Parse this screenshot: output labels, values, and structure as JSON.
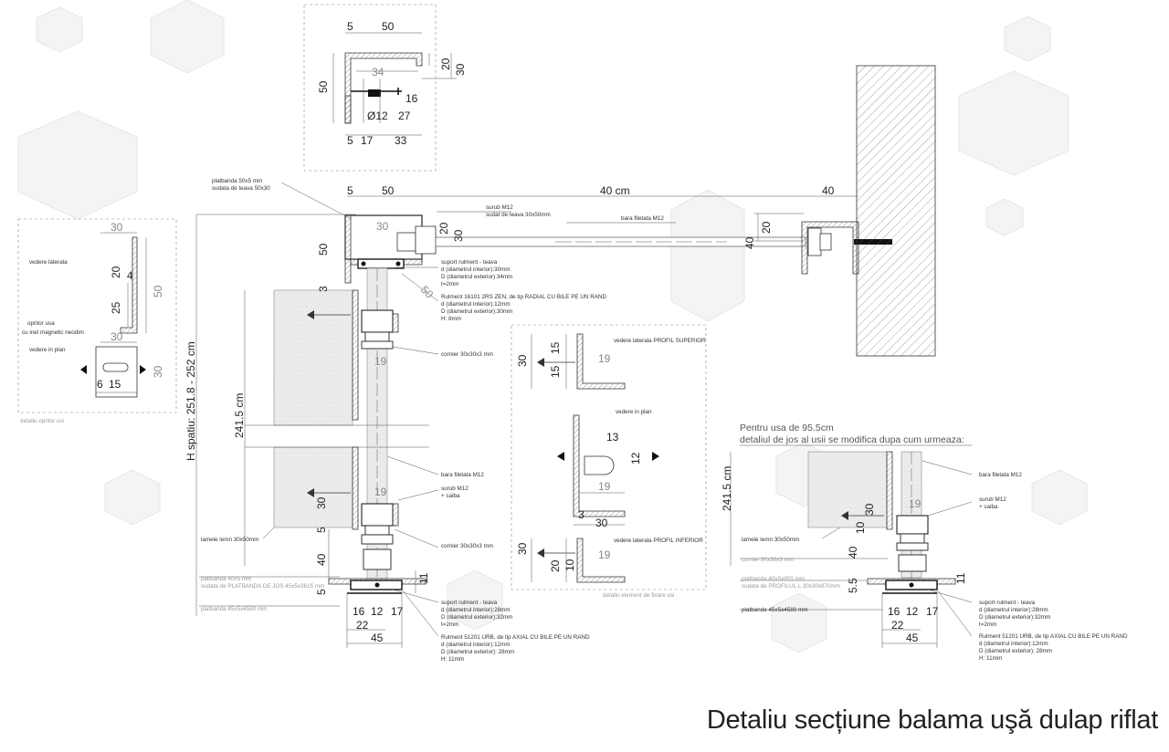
{
  "title": "Detaliu secțiune balama uşă dulap riflat",
  "top_detail": {
    "dims": {
      "top_5": "5",
      "top_50": "50",
      "right_20": "20",
      "right_30": "30",
      "left_50": "50",
      "inner_34": "34",
      "inner_16": "16",
      "phi12": "Ø12",
      "inner_27": "27",
      "bot_5": "5",
      "bot_17": "17",
      "bot_33": "33"
    }
  },
  "opritor": {
    "vedere_laterala": "vedere laterala",
    "vedere_in_plan": "vedere in plan",
    "opritor_label": "opritor usa",
    "opritor_label2": "cu inel magnetic neodim",
    "caption": "detaliu opritor usi",
    "dims": {
      "top30": "30",
      "d20": "20",
      "d4": "4",
      "d25": "25",
      "d50": "50",
      "bot30": "30",
      "p6": "6",
      "p15": "15",
      "p30": "30"
    }
  },
  "main": {
    "labels": {
      "platbanda_top": "platbanda 50x5 mm",
      "platbanda_top2": "sudata de teava 50x30",
      "surub_m12": "surub M12",
      "surub_m12_2": "sudat de teava 30x50mm",
      "bara_filetata": "bara filetata M12",
      "suport_rulment": "suport rulment - teava",
      "suport_d": "d (diametrul interior):30mm",
      "suport_D": "D (diametrul exterior):34mm",
      "suport_t": "t=2mm",
      "rulment": "Rulment 16101 2RS ZEN, de tip RADIAL CU BILE PE UN RAND",
      "rulment_d": "d (diametrul interior):12mm",
      "rulment_D": "D (diametrul exterior):30mm",
      "rulment_H": "H: 8mm",
      "cornier": "cornier 30x30x3 mm",
      "bara_filetata2": "bara filetata M12",
      "surub_m12_b": "surub M12",
      "saiba": "+ saiba",
      "cornier2": "cornier 30x30x3 mm",
      "lamele": "lamele lemn 30x50mm",
      "platbanda_40": "platbanda 40x5 mm",
      "platbanda_40b": "sudata de PLATBANDA DE JOS 45x5x3615 mm",
      "platbanda_45": "platbanda 45x5x4580 mm",
      "suport_b": "suport rulment - teava",
      "suport_b_d": "d (diametrul interior):28mm",
      "suport_b_D": "D (diametrul exterior):32mm",
      "suport_b_t": "t=2mm",
      "rulment_b": "Rulment 51201 URB, de tip AXIAL CU BILE PE UN RAND",
      "rulment_b_d": "d (diametrul interior):12mm",
      "rulment_b_D": "D (diametrul exterior): 28mm",
      "rulment_b_H": "H: 11mm"
    },
    "dims": {
      "d5": "5",
      "d50": "50",
      "d40cm": "40 cm",
      "d40": "40",
      "box30": "30",
      "d20": "20",
      "d30": "30",
      "wall20": "20",
      "wall40": "40",
      "h50": "50",
      "d3": "3",
      "d50b": "50",
      "d19a": "19",
      "h_spatiu": "H spatiu: 251.8 - 252 cm",
      "h2415": "241.5 cm",
      "d19b": "19",
      "d30b": "30",
      "d5b": "5",
      "d40b": "40",
      "d5c": "5",
      "d11": "11",
      "b16": "16",
      "b12": "12",
      "b17": "17",
      "b22": "22",
      "b45": "45"
    }
  },
  "fixare": {
    "superior": "vedere laterala PROFIL SUPERIOR",
    "in_plan": "vedere in plan",
    "inferior": "vedere laterala PROFIL INFERIOR",
    "caption": "detaliu element de fixare usi",
    "dims": {
      "s15a": "15",
      "s30": "30",
      "s15b": "15",
      "s19": "19",
      "p13": "13",
      "p12": "12",
      "p19": "19",
      "p3": "3",
      "p30": "30",
      "i30": "30",
      "i19": "19",
      "i20": "20",
      "i10": "10"
    }
  },
  "right_detail": {
    "note1": "Pentru usa de 95.5cm",
    "note2": "detaliul de jos al usii se modifica dupa cum urmeaza:",
    "labels": {
      "bara": "bara filetata M12",
      "surub": "surub M12",
      "saiba": "+ saiba",
      "lamele": "lamele lemn 30x50mm",
      "cornier": "cornier 30x30x3 mm",
      "platbanda40": "platbanda 40x5x955 mm",
      "platbanda40b": "sudata de PROFILUL L 30x30x870mm",
      "platbanda45": "platbanda 45x5x4580 mm",
      "suport": "suport rulment - teava",
      "suport_d": "d (diametrul interior):28mm",
      "suport_D": "D (diametrul exterior):32mm",
      "suport_t": "t=2mm",
      "rulment": "Rulment 51201 URB, de tip AXIAL CU BILE PE UN RAND",
      "rulment_d": "d (diametrul interior):12mm",
      "rulment_D": "D (diametrul exterior): 28mm",
      "rulment_H": "H: 11mm"
    },
    "dims": {
      "h2415": "241.5 cm",
      "d19": "19",
      "d30": "30",
      "d10": "10",
      "d40": "40",
      "d55": "5.5",
      "d11": "11",
      "b16": "16",
      "b12": "12",
      "b17": "17",
      "b22": "22",
      "b45": "45"
    }
  }
}
